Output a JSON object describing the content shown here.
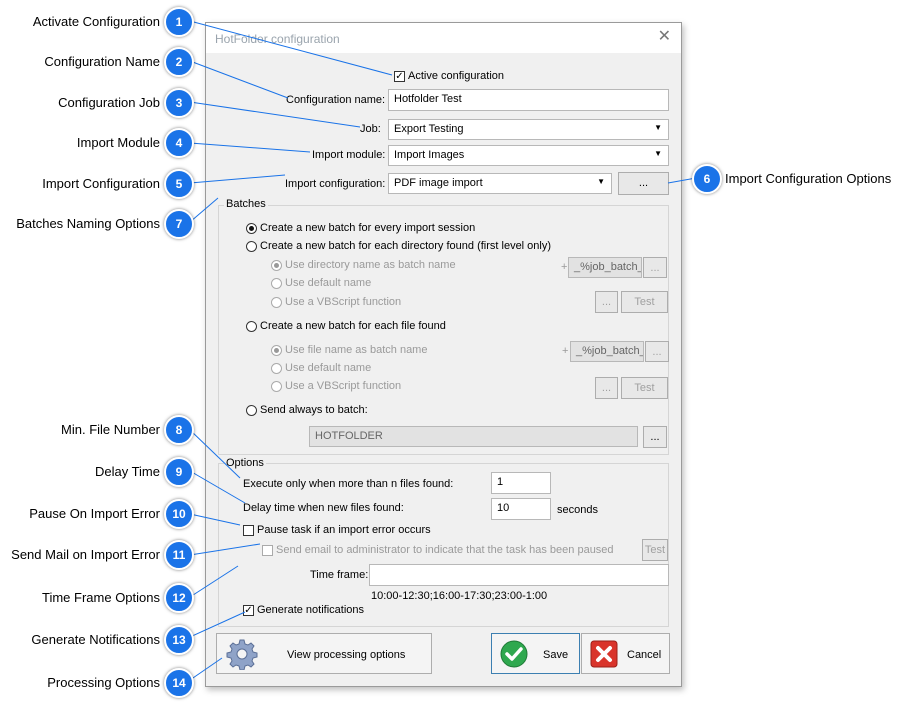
{
  "dialog": {
    "title": "HotFolder configuration",
    "active_label": "Active configuration",
    "name_label": "Configuration name:",
    "name_value": "Hotfolder Test",
    "job_label": "Job:",
    "job_value": "Export Testing",
    "module_label": "Import module:",
    "module_value": "Import Images",
    "importcfg_label": "Import configuration:",
    "importcfg_value": "PDF image import",
    "ellipsis": "...",
    "batches": {
      "title": "Batches",
      "opt1": "Create a new batch for every import session",
      "opt2": "Create a new batch for each directory found (first level only)",
      "opt2a": "Use directory name as batch name",
      "opt2b": "Use default name",
      "opt2c": "Use a VBScript function",
      "dir_suffix": "_%job_batch_",
      "plus": "+",
      "test": "Test",
      "opt3": "Create a new batch for each file found",
      "opt3a": "Use file name as batch name",
      "opt3b": "Use default name",
      "opt3c": "Use a VBScript function",
      "file_suffix": "_%job_batch_",
      "opt4": "Send always to batch:",
      "batch_value": "HOTFOLDER"
    },
    "options": {
      "title": "Options",
      "min_label": "Execute only when more than n files found:",
      "min_value": "1",
      "delay_label": "Delay time when new files found:",
      "delay_value": "10",
      "seconds": "seconds",
      "pause_label": "Pause task if an import error occurs",
      "mail_label": "Send email to administrator to indicate that the task has been paused",
      "test": "Test",
      "timeframe_label": "Time frame:",
      "timeframe_example": "10:00-12:30;16:00-17:30;23:00-1:00",
      "notify_label": "Generate notifications"
    },
    "buttons": {
      "processing": "View processing options",
      "save": "Save",
      "cancel": "Cancel"
    }
  },
  "callouts": [
    {
      "n": "1",
      "label": "Activate Configuration"
    },
    {
      "n": "2",
      "label": "Configuration Name"
    },
    {
      "n": "3",
      "label": "Configuration Job"
    },
    {
      "n": "4",
      "label": "Import Module"
    },
    {
      "n": "5",
      "label": "Import Configuration"
    },
    {
      "n": "6",
      "label": "Import Configuration Options"
    },
    {
      "n": "7",
      "label": "Batches Naming Options"
    },
    {
      "n": "8",
      "label": "Min. File Number"
    },
    {
      "n": "9",
      "label": "Delay Time"
    },
    {
      "n": "10",
      "label": "Pause On Import Error"
    },
    {
      "n": "11",
      "label": "Send Mail on Import Error"
    },
    {
      "n": "12",
      "label": "Time Frame Options"
    },
    {
      "n": "13",
      "label": "Generate Notifications"
    },
    {
      "n": "14",
      "label": "Processing Options"
    }
  ],
  "colors": {
    "badge": "#1a73e8",
    "line": "#1a73e8",
    "title_text": "#9aa4ad"
  }
}
